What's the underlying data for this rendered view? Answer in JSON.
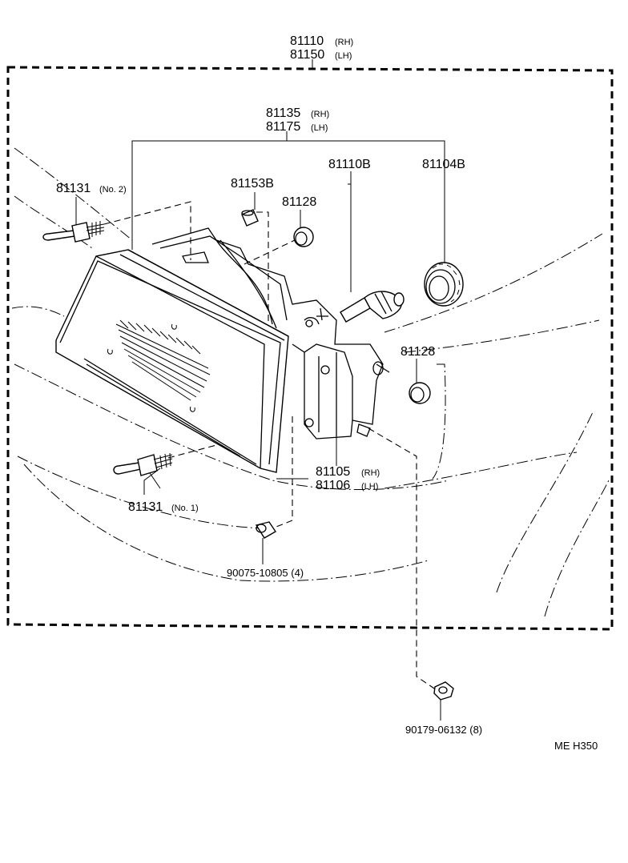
{
  "labels": {
    "assy_rh": "81110",
    "assy_rh_suffix": "(RH)",
    "assy_lh": "81150",
    "assy_lh_suffix": "(LH)",
    "unit_rh": "81135",
    "unit_rh_suffix": "(RH)",
    "unit_lh": "81175",
    "unit_lh_suffix": "(LH)",
    "bulb": "81110B",
    "socket": "81104B",
    "screw_no2": "81131",
    "screw_no2_suffix": "(No. 2)",
    "pin": "81153B",
    "grommet_top": "81128",
    "grommet_right": "81128",
    "bracket_rh": "81105",
    "bracket_rh_suffix": "(RH)",
    "bracket_lh": "81106",
    "bracket_lh_suffix": "(LH)",
    "screw_no1": "81131",
    "screw_no1_suffix": "(No. 1)",
    "clip": "90075-10805 (4)",
    "nut": "90179-06132 (8)",
    "ref_code": "ME  H350"
  }
}
